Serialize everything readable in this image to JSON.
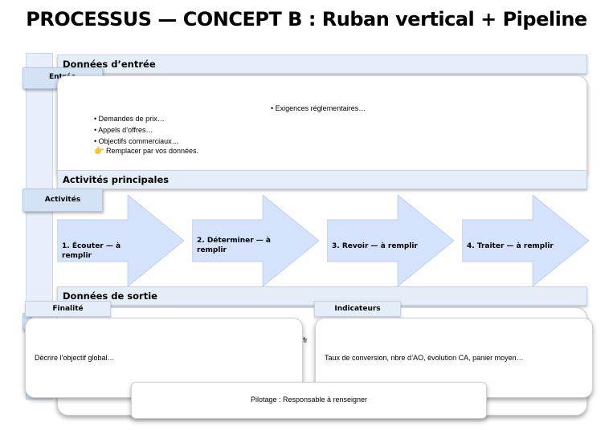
{
  "title": "PROCESSUS — CONCEPT B : Ruban vertical + Pipeline",
  "ribbon": {
    "tab_entree": "Entrée",
    "tab_activites": "Activités"
  },
  "sections": {
    "entree_header": "Données d’entrée",
    "activites_header": "Activités principales",
    "sortie_header": "Données de sortie"
  },
  "entree": {
    "bullets": [
      "• Demandes de prix…",
      "• Appels d’offres…",
      "• Objectifs commerciaux…"
    ],
    "hint_icon": "pointing-hand-icon",
    "hint_emoji": "👉",
    "hint": "Remplacer par vos données.",
    "right_bullet": "• Exigences réglementaires…"
  },
  "steps": [
    {
      "label": "1. Écouter — à remplir"
    },
    {
      "label": "2. Déterminer — à remplir"
    },
    {
      "label": "3. Revoir — à remplir"
    },
    {
      "label": "4. Traiter — à remplir"
    }
  ],
  "sortie": {
    "hidden_fragment": "Offre"
  },
  "finalite": {
    "tab": "Finalité",
    "text": "Décrire l’objectif global…"
  },
  "indicateurs": {
    "tab": "Indicateurs",
    "text": "Taux de conversion, nbre d’AO, évolution CA, panier moyen…"
  },
  "pilotage": {
    "text": "Pilotage : Responsable à renseigner"
  },
  "colors": {
    "arrow_fill": "#d4e3fb",
    "arrow_stroke": "#bfd0ee",
    "header_fill": "#e5edf8",
    "ribbon_fill": "#e8effa"
  }
}
